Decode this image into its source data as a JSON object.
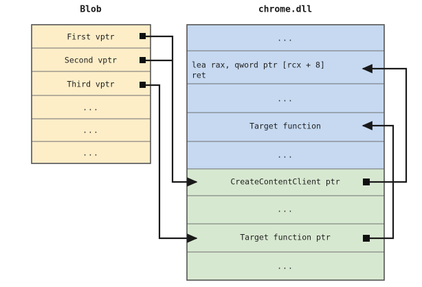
{
  "diagram": {
    "title_left": "Blob",
    "title_right": "chrome.dll",
    "colors": {
      "blob_fill": "#fdeec8",
      "code_fill": "#c6d9f1",
      "data_fill": "#d7e8d0",
      "cell_border": "#6f6f6f",
      "box_outline": "#545454",
      "edge": "#1a1a1a",
      "port": "#101010",
      "background": "#ffffff",
      "text": "#1f1f1f"
    },
    "ellipsis": "...",
    "blob": {
      "label": "Blob",
      "rows": [
        {
          "text": "First vptr",
          "has_port": true
        },
        {
          "text": "Second vptr",
          "has_port": true
        },
        {
          "text": "Third vptr",
          "has_port": true
        },
        {
          "text": "...",
          "has_port": false
        },
        {
          "text": "...",
          "has_port": false
        },
        {
          "text": "...",
          "has_port": false
        }
      ]
    },
    "chrome": {
      "label": "chrome.dll",
      "rows": [
        {
          "text": "...",
          "section": "code",
          "has_port": false,
          "align": "center",
          "lines": [
            "..."
          ]
        },
        {
          "text": "lea rax, qword ptr [rcx + 8]\nret",
          "section": "code",
          "has_port": false,
          "align": "left",
          "lines": [
            "lea rax, qword ptr [rcx + 8]",
            "ret"
          ]
        },
        {
          "text": "...",
          "section": "code",
          "has_port": false,
          "align": "center",
          "lines": [
            "..."
          ]
        },
        {
          "text": "Target function",
          "section": "code",
          "has_port": false,
          "align": "center",
          "lines": [
            "Target function"
          ]
        },
        {
          "text": "...",
          "section": "code",
          "has_port": false,
          "align": "center",
          "lines": [
            "..."
          ]
        },
        {
          "text": "CreateContentClient ptr",
          "section": "data",
          "has_port": true,
          "align": "center",
          "lines": [
            "CreateContentClient ptr"
          ]
        },
        {
          "text": "...",
          "section": "data",
          "has_port": false,
          "align": "center",
          "lines": [
            "..."
          ]
        },
        {
          "text": "Target function ptr",
          "section": "data",
          "has_port": true,
          "align": "center",
          "lines": [
            "Target function ptr"
          ]
        },
        {
          "text": "...",
          "section": "data",
          "has_port": false,
          "align": "center",
          "lines": [
            "..."
          ]
        }
      ]
    },
    "edges": [
      {
        "name": "first-vptr-to-createcontentclient-ptr",
        "from": "Blob.First vptr",
        "to": "chrome.dll.CreateContentClient ptr"
      },
      {
        "name": "second-vptr-to-createcontentclient-ptr",
        "from": "Blob.Second vptr",
        "to": "chrome.dll.CreateContentClient ptr"
      },
      {
        "name": "third-vptr-to-target-function-ptr",
        "from": "Blob.Third vptr",
        "to": "chrome.dll.Target function ptr"
      },
      {
        "name": "createcontentclient-ptr-to-lea-stub",
        "from": "chrome.dll.CreateContentClient ptr",
        "to": "chrome.dll.lea rax, qword ptr [rcx + 8] / ret"
      },
      {
        "name": "target-function-ptr-to-target-function",
        "from": "chrome.dll.Target function ptr",
        "to": "chrome.dll.Target function"
      }
    ]
  }
}
